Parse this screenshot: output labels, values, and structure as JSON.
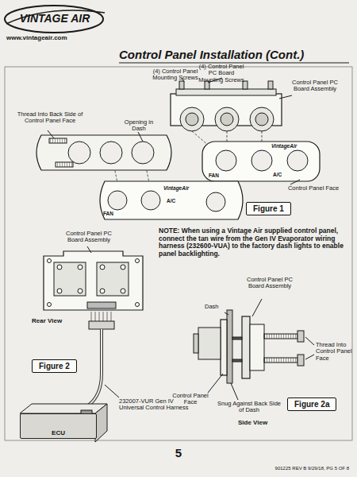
{
  "diagram": {
    "title": "Control Panel Installation (Cont.)",
    "nodes": [
      {
        "text": [
          "Figure 1"
        ]
      },
      {
        "text": [
          "Figure 2"
        ]
      },
      {
        "text": [
          "ECU"
        ]
      },
      {
        "text": [
          "Figure 2a"
        ]
      }
    ],
    "labels": [
      "VINTAGE AIR",
      "www.vintageair.com",
      "(4) Control Panel Mounting Screws",
      "(4) Control Panel PC Board Mounting Screws",
      "Control Panel PC Board Assembly",
      "Thread Into Back Side of Control Panel Face",
      "Opening in Dash",
      "VintageAir",
      "FAN",
      "A/C",
      "Control Panel Face",
      "VintageAir",
      "FAN",
      "A/C",
      "Control Panel PC Board Assembly",
      "Rear View",
      "232007-VUR Gen IV Universal Control Harness",
      "NOTE: When using a Vintage Air supplied control panel, connect the tan wire from the Gen IV Evaporator wiring harness (232600-VUA) to the factory dash lights to enable panel backlighting.",
      "Control Panel PC Board Assembly",
      "Dash",
      "Thread Into Control Panel Face",
      "Control Panel Face",
      "Snug Against Back Side of Dash",
      "Side View",
      "5",
      "901225 REV B 9/29/18, PG 5 OF 8"
    ]
  }
}
